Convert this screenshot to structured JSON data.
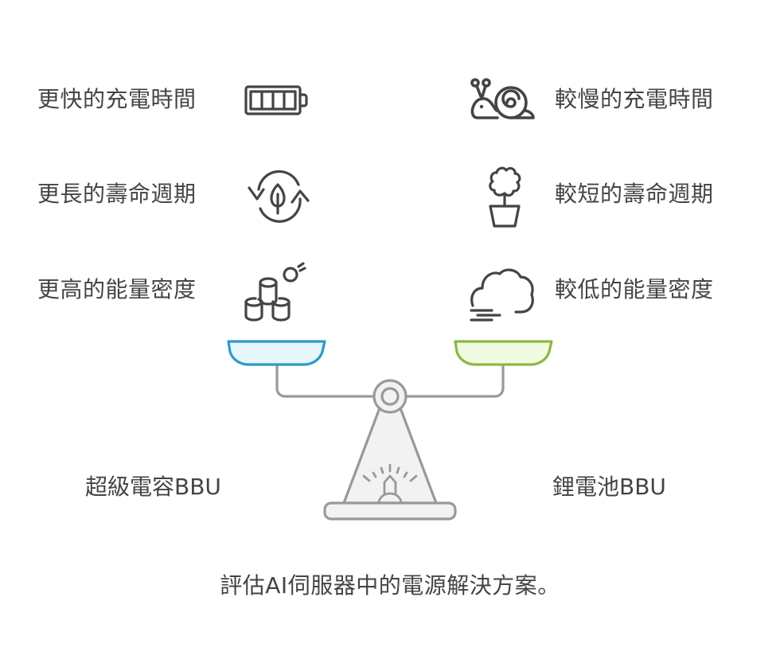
{
  "diagram": {
    "title": "評估AI伺服器中的電源解決方案。",
    "type": "balance-scale comparison",
    "left_option": {
      "name": "超級電容BBU",
      "pan_color": "#2E9AC7",
      "pan_fill": "#E6F7FD",
      "attributes": [
        {
          "label": "更快的充電時間",
          "icon": "battery-full-icon"
        },
        {
          "label": "更長的壽命週期",
          "icon": "leaf-cycle-icon"
        },
        {
          "label": "更高的能量密度",
          "icon": "stacked-cylinders-icon"
        }
      ]
    },
    "right_option": {
      "name": "鋰電池BBU",
      "pan_color": "#8DB843",
      "pan_fill": "#F1FBE1",
      "attributes": [
        {
          "label": "較慢的充電時間",
          "icon": "snail-icon"
        },
        {
          "label": "較短的壽命週期",
          "icon": "potted-plant-icon"
        },
        {
          "label": "較低的能量密度",
          "icon": "cloud-wind-icon"
        }
      ]
    },
    "scale": {
      "beam_color": "#999999",
      "base_fill": "#F2F2F2",
      "center_icon": "alarm-light-icon"
    }
  }
}
